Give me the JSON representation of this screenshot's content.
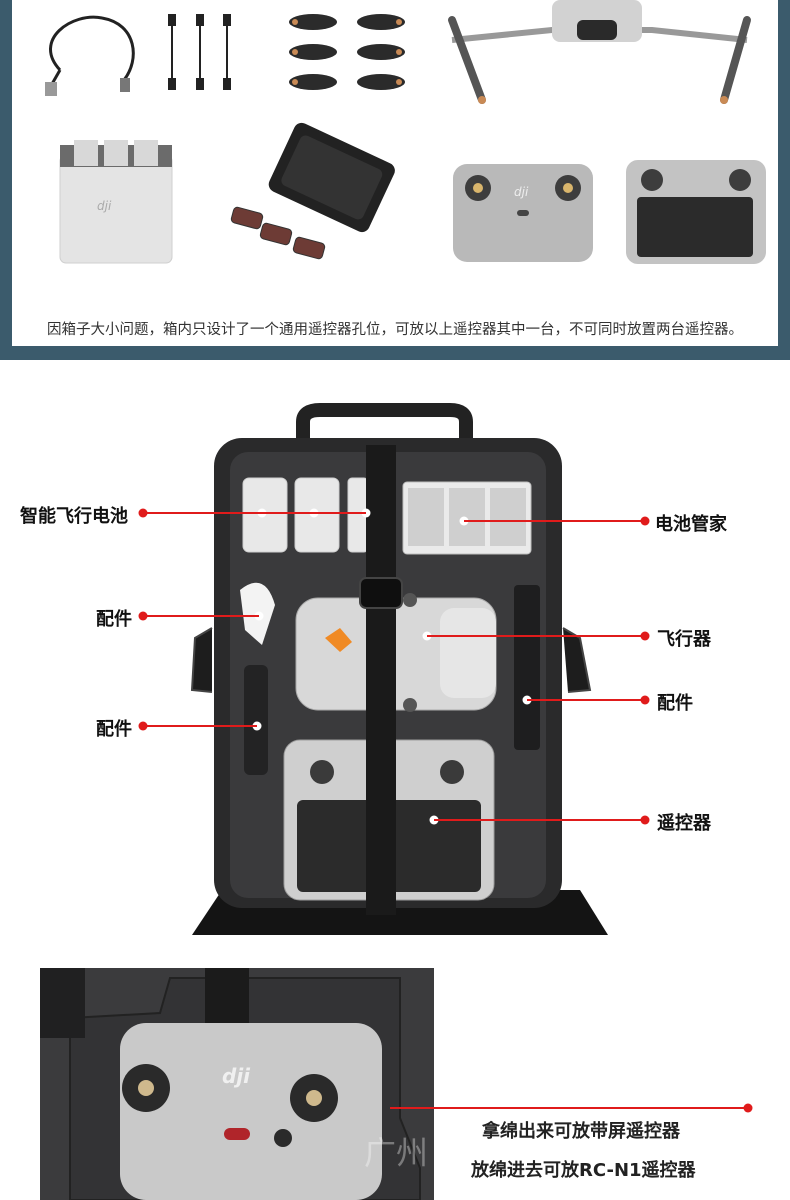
{
  "notice": "因箱子大小问题，箱内只设计了一个通用遥控器孔位，可放以上遥控器其中一台，不可同时放置两台遥控器。",
  "labels": {
    "battery": "智能飞行电池",
    "accessory_top": "配件",
    "accessory_bottom": "配件",
    "battery_manager": "电池管家",
    "aircraft": "飞行器",
    "accessory_right": "配件",
    "controller": "遥控器"
  },
  "captions": {
    "line1": "拿绵出来可放带屏遥控器",
    "line2": "放绵进去可放RC-N1遥控器"
  },
  "brand_logo": "dji",
  "watermark": "广州",
  "colors": {
    "frame": "#3b5b6c",
    "callout": "#e01b1b",
    "case_body": "#2a2a2b",
    "foam": "#3a3a3c"
  }
}
